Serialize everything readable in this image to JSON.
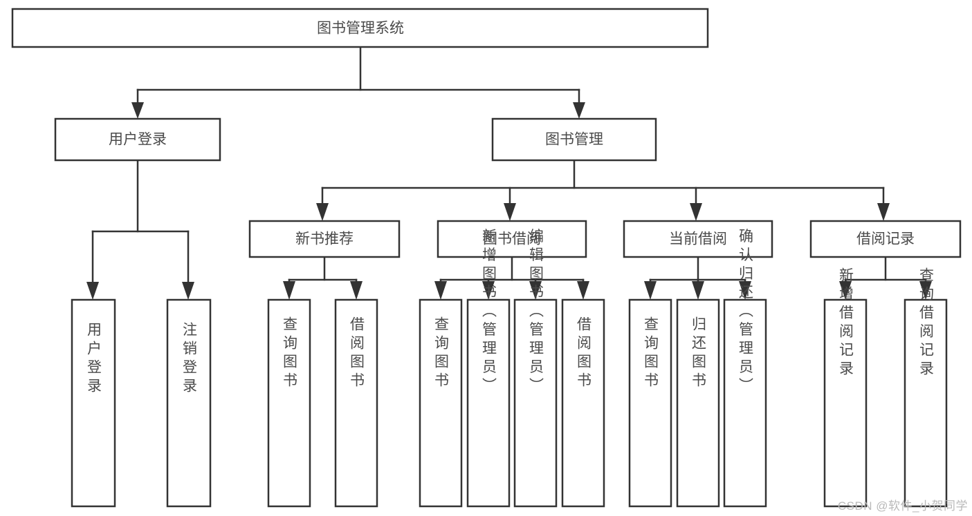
{
  "diagram": {
    "type": "tree-hierarchy",
    "title": "图书管理系统",
    "orientation": "top-down",
    "colors": {
      "box_fill": "#ffffff",
      "box_stroke": "#333333",
      "text": "#4a4a4a",
      "watermark": "#b9b9b9"
    },
    "root": {
      "label": "图书管理系统"
    },
    "level2": [
      {
        "label": "用户登录"
      },
      {
        "label": "图书管理"
      }
    ],
    "level3": [
      {
        "label": "新书推荐"
      },
      {
        "label": "图书借阅"
      },
      {
        "label": "当前借阅"
      },
      {
        "label": "借阅记录"
      }
    ],
    "leaves": {
      "user_login": [
        {
          "label": "用户登录"
        },
        {
          "label": "注销登录"
        }
      ],
      "new_book_recommend": [
        {
          "label": "查询图书"
        },
        {
          "label": "借阅图书"
        }
      ],
      "book_borrow": [
        {
          "label": "查询图书"
        },
        {
          "label": "新增图书（管理员）"
        },
        {
          "label": "编辑图书（管理员）"
        },
        {
          "label": "借阅图书"
        }
      ],
      "current_borrow": [
        {
          "label": "查询图书"
        },
        {
          "label": "归还图书"
        },
        {
          "label": "确认归还（管理员）"
        }
      ],
      "borrow_record": [
        {
          "label": "新增借阅记录"
        },
        {
          "label": "查询借阅记录"
        }
      ]
    }
  },
  "watermark": {
    "text": "CSDN @软件_小贺同学"
  }
}
